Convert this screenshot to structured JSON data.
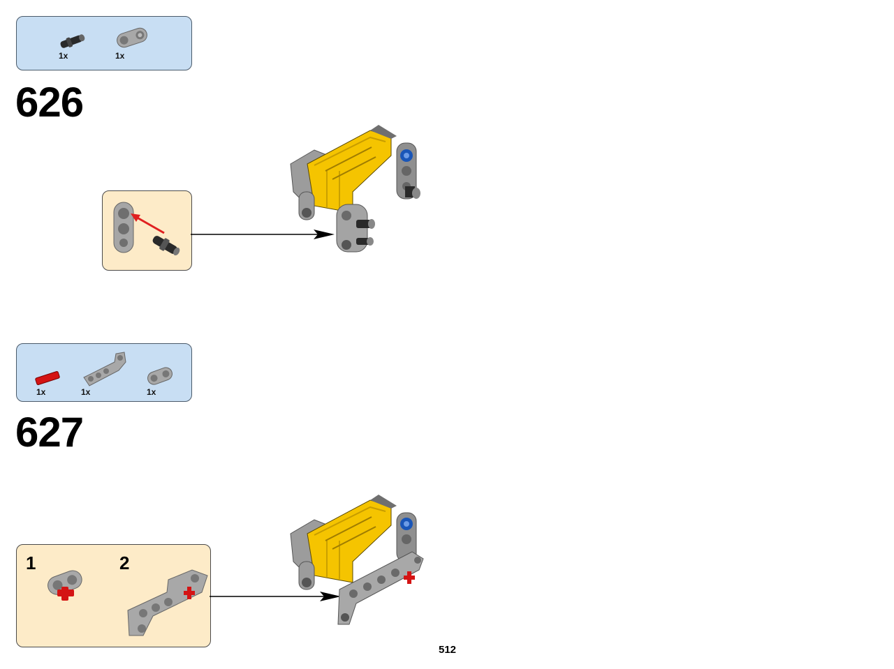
{
  "page": {
    "number": "512"
  },
  "steps": [
    {
      "number": "626",
      "parts": [
        {
          "icon": "black-axle-pin-icon",
          "qty": "1x"
        },
        {
          "icon": "gray-pin-connector-icon",
          "qty": "1x"
        }
      ]
    },
    {
      "number": "627",
      "parts": [
        {
          "icon": "red-axle-icon",
          "qty": "1x"
        },
        {
          "icon": "gray-bent-beam-icon",
          "qty": "1x"
        },
        {
          "icon": "gray-short-beam-icon",
          "qty": "1x"
        }
      ],
      "substeps": [
        "1",
        "2"
      ]
    }
  ],
  "colors": {
    "parts_box": "#c8def3",
    "sub_box": "#fdebc8",
    "yellow_part": "#f5c400",
    "gray_part": "#9a9a9a",
    "red_part": "#d41414",
    "blue_pin": "#1a56b8"
  }
}
